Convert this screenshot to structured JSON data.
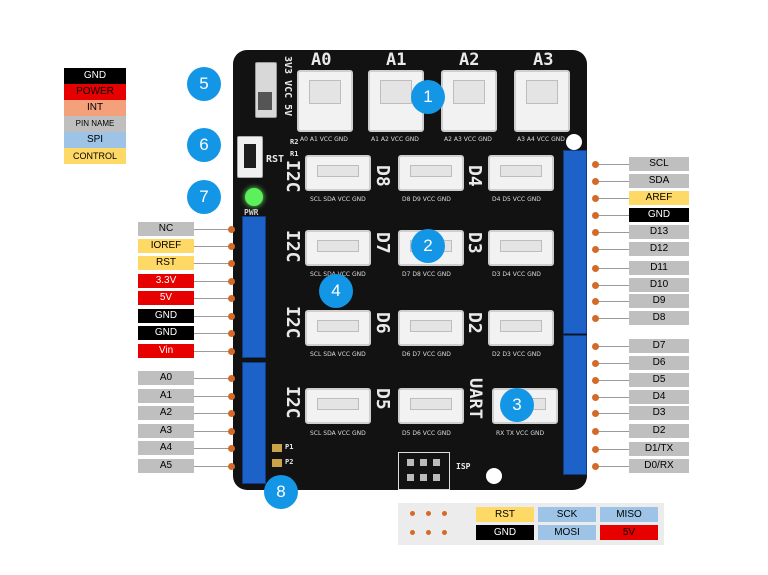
{
  "legend": [
    {
      "label": "GND",
      "bg": "#000000",
      "fg": "#ffffff"
    },
    {
      "label": "POWER",
      "bg": "#e60000",
      "fg": "#000000"
    },
    {
      "label": "INT",
      "bg": "#f4a07a",
      "fg": "#000000"
    },
    {
      "label": "PIN NAME",
      "bg": "#bfbfbf",
      "fg": "#000000"
    },
    {
      "label": "SPI",
      "bg": "#9dc3e6",
      "fg": "#000000"
    },
    {
      "label": "CONTROL",
      "bg": "#ffd966",
      "fg": "#000000"
    }
  ],
  "left_pins": [
    {
      "label": "NC",
      "type": "name"
    },
    {
      "label": "IOREF",
      "type": "control"
    },
    {
      "label": "RST",
      "type": "control"
    },
    {
      "label": "3.3V",
      "type": "power"
    },
    {
      "label": "5V",
      "type": "power"
    },
    {
      "label": "GND",
      "type": "gnd"
    },
    {
      "label": "GND",
      "type": "gnd"
    },
    {
      "label": "Vin",
      "type": "power"
    },
    {
      "label": "A0",
      "type": "name"
    },
    {
      "label": "A1",
      "type": "name"
    },
    {
      "label": "A2",
      "type": "name"
    },
    {
      "label": "A3",
      "type": "name"
    },
    {
      "label": "A4",
      "type": "name"
    },
    {
      "label": "A5",
      "type": "name"
    }
  ],
  "right_pins": [
    {
      "label": "SCL",
      "type": "name"
    },
    {
      "label": "SDA",
      "type": "name"
    },
    {
      "label": "AREF",
      "type": "control"
    },
    {
      "label": "GND",
      "type": "gnd"
    },
    {
      "label": "D13",
      "type": "name"
    },
    {
      "label": "D12",
      "type": "name"
    },
    {
      "label": "D11",
      "type": "name"
    },
    {
      "label": "D10",
      "type": "name"
    },
    {
      "label": "D9",
      "type": "name"
    },
    {
      "label": "D8",
      "type": "name"
    },
    {
      "label": "D7",
      "type": "name"
    },
    {
      "label": "D6",
      "type": "name"
    },
    {
      "label": "D5",
      "type": "name"
    },
    {
      "label": "D4",
      "type": "name"
    },
    {
      "label": "D3",
      "type": "name"
    },
    {
      "label": "D2",
      "type": "name"
    },
    {
      "label": "D1/TX",
      "type": "name"
    },
    {
      "label": "D0/RX",
      "type": "name"
    }
  ],
  "board": {
    "top_labels": [
      "A0",
      "A1",
      "A2",
      "A3"
    ],
    "row_labels": [
      "D8",
      "D4",
      "D7",
      "D3",
      "D6",
      "D2",
      "D5",
      "UART"
    ],
    "i2c_label": "I2C",
    "switch_label": "3V3 VCC 5V",
    "rst_label": "RST",
    "pwr_label": "PWR",
    "isp_label": "ISP",
    "p_labels": [
      "P1",
      "P2"
    ],
    "r_labels": [
      "R2",
      "R1"
    ],
    "pin_small": {
      "a0": [
        "A0",
        "A1",
        "VCC",
        "GND"
      ],
      "a1": [
        "A1",
        "A2",
        "VCC",
        "GND"
      ],
      "a2": [
        "A2",
        "A3",
        "VCC",
        "GND"
      ],
      "a3": [
        "A3",
        "A4",
        "VCC",
        "GND"
      ],
      "i2c": [
        "SCL",
        "SDA",
        "VCC",
        "GND"
      ],
      "d8": [
        "D8",
        "D9",
        "VCC",
        "GND"
      ],
      "d4": [
        "D4",
        "D5",
        "VCC",
        "GND"
      ],
      "d7": [
        "D7",
        "D8",
        "VCC",
        "GND"
      ],
      "d3": [
        "D3",
        "D4",
        "VCC",
        "GND"
      ],
      "d6": [
        "D6",
        "D7",
        "VCC",
        "GND"
      ],
      "d2": [
        "D2",
        "D3",
        "VCC",
        "GND"
      ],
      "d5": [
        "D5",
        "D6",
        "VCC",
        "GND"
      ],
      "uart": [
        "RX",
        "TX",
        "VCC",
        "GND"
      ]
    }
  },
  "markers": [
    "1",
    "2",
    "3",
    "4",
    "5",
    "6",
    "7",
    "8"
  ],
  "isp_table": {
    "row1": [
      {
        "label": "RST",
        "type": "control"
      },
      {
        "label": "SCK",
        "type": "spi"
      },
      {
        "label": "MISO",
        "type": "spi"
      }
    ],
    "row2": [
      {
        "label": "GND",
        "type": "gnd"
      },
      {
        "label": "MOSI",
        "type": "spi"
      },
      {
        "label": "5V",
        "type": "power"
      }
    ]
  },
  "colors": {
    "gnd": "#000000",
    "power": "#e60000",
    "int": "#f4a07a",
    "name": "#bfbfbf",
    "spi": "#9dc3e6",
    "control": "#ffd966",
    "marker": "#1496e6",
    "board": "#121212",
    "header": "#1c62c8",
    "dot": "#d36a2a"
  }
}
